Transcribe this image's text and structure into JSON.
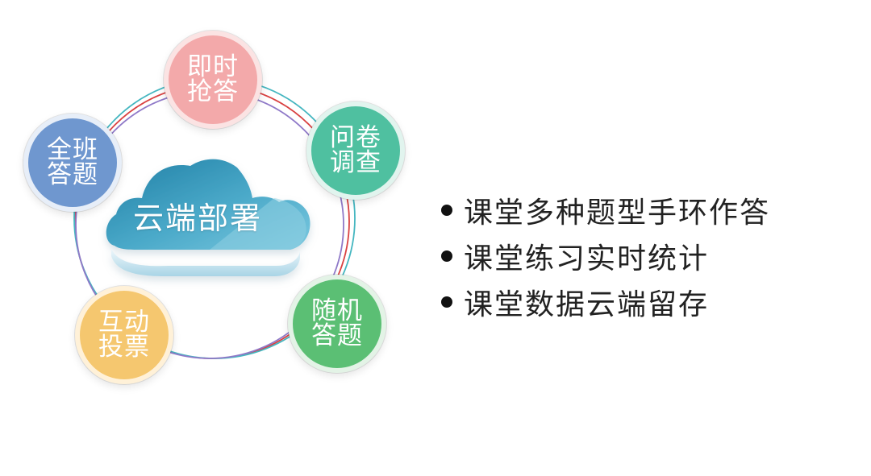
{
  "center": {
    "label": "云端部署"
  },
  "nodes": [
    {
      "id": "instant-answer",
      "label": "即时\n抢答",
      "color": "#f3a9aa",
      "border": "#fbe3e3"
    },
    {
      "id": "survey",
      "label": "问卷\n调查",
      "color": "#4fc0a0",
      "border": "#e1f4ee"
    },
    {
      "id": "random-answer",
      "label": "随机\n答题",
      "color": "#5bbf74",
      "border": "#e3f3e6"
    },
    {
      "id": "interactive-vote",
      "label": "互动\n投票",
      "color": "#f5c76f",
      "border": "#fff1d8"
    },
    {
      "id": "whole-class-answer",
      "label": "全班\n答题",
      "color": "#6f97cf",
      "border": "#e7eef8"
    }
  ],
  "features": [
    "课堂多种题型手环作答",
    "课堂练习实时统计",
    "课堂数据云端留存"
  ],
  "colors": {
    "ring_red": "#d94141",
    "ring_teal": "#44b6c0",
    "ring_purple": "#8f79c8",
    "cloud_dark": "#2f8eac",
    "cloud_light": "#59b8d4"
  }
}
